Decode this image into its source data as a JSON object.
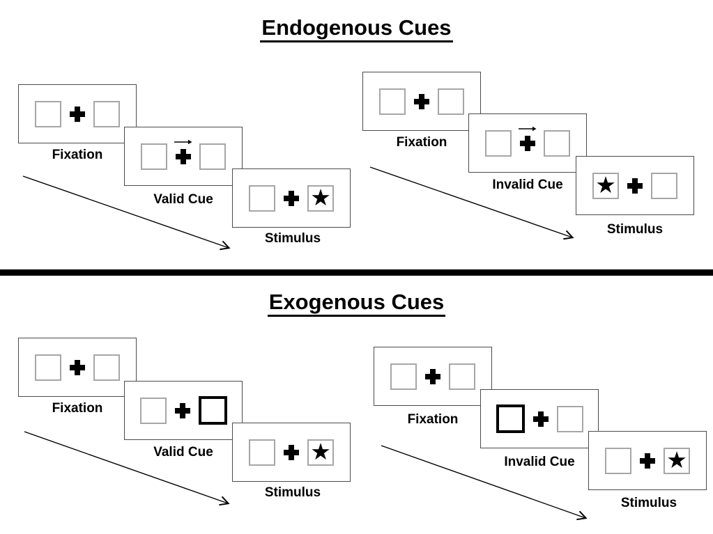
{
  "diagram": {
    "sections": [
      {
        "title": "Endogenous Cues",
        "sequences": [
          {
            "name": "valid-cue-trial",
            "panels": [
              {
                "label": "Fixation",
                "left_box": "empty",
                "right_box": "empty",
                "cue_arrow": false
              },
              {
                "label": "Valid Cue",
                "left_box": "empty",
                "right_box": "empty",
                "cue_arrow": true
              },
              {
                "label": "Stimulus",
                "left_box": "empty",
                "right_box": "star",
                "cue_arrow": false
              }
            ]
          },
          {
            "name": "invalid-cue-trial",
            "panels": [
              {
                "label": "Fixation",
                "left_box": "empty",
                "right_box": "empty",
                "cue_arrow": false
              },
              {
                "label": "Invalid Cue",
                "left_box": "empty",
                "right_box": "empty",
                "cue_arrow": true
              },
              {
                "label": "Stimulus",
                "left_box": "star",
                "right_box": "empty",
                "cue_arrow": false
              }
            ]
          }
        ]
      },
      {
        "title": "Exogenous Cues",
        "sequences": [
          {
            "name": "valid-cue-trial",
            "panels": [
              {
                "label": "Fixation",
                "left_box": "empty",
                "right_box": "empty",
                "cue_arrow": false
              },
              {
                "label": "Valid Cue",
                "left_box": "empty",
                "right_box": "highlighted",
                "cue_arrow": false
              },
              {
                "label": "Stimulus",
                "left_box": "empty",
                "right_box": "star",
                "cue_arrow": false
              }
            ]
          },
          {
            "name": "invalid-cue-trial",
            "panels": [
              {
                "label": "Fixation",
                "left_box": "empty",
                "right_box": "empty",
                "cue_arrow": false
              },
              {
                "label": "Invalid Cue",
                "left_box": "highlighted",
                "right_box": "empty",
                "cue_arrow": false
              },
              {
                "label": "Stimulus",
                "left_box": "empty",
                "right_box": "star",
                "cue_arrow": false
              }
            ]
          }
        ]
      }
    ],
    "icons": {
      "star": "★",
      "fixation_cross": "plus-cross",
      "cue_arrow": "right-arrow",
      "timeline_arrow": "diagonal-right-down-arrow"
    },
    "colors": {
      "ink": "#000000",
      "panel_border": "#4a4a4a",
      "box_border": "#a6a6a6",
      "background": "#ffffff"
    }
  }
}
